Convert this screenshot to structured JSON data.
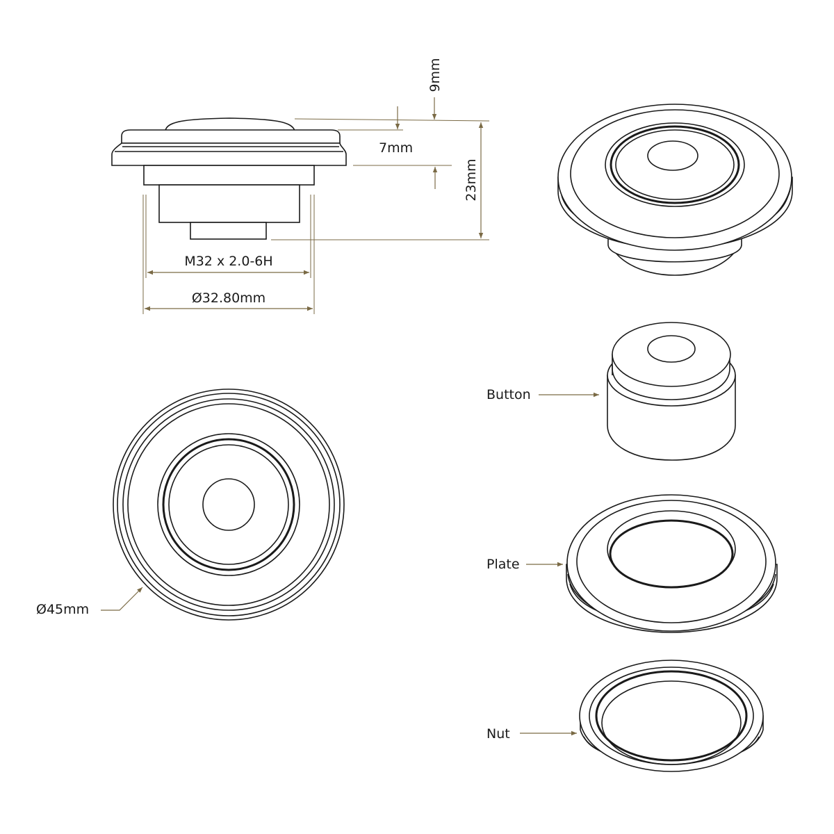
{
  "dimensions": {
    "height_9": "9mm",
    "height_7": "7mm",
    "height_23": "23mm",
    "thread": "M32 x 2.0-6H",
    "body_diameter": "Ø32.80mm",
    "plate_diameter": "Ø45mm"
  },
  "parts": {
    "button": "Button",
    "plate": "Plate",
    "nut": "Nut"
  },
  "colors": {
    "line": "#1a1a1a",
    "dimension": "#7a6a45",
    "background": "#ffffff"
  }
}
